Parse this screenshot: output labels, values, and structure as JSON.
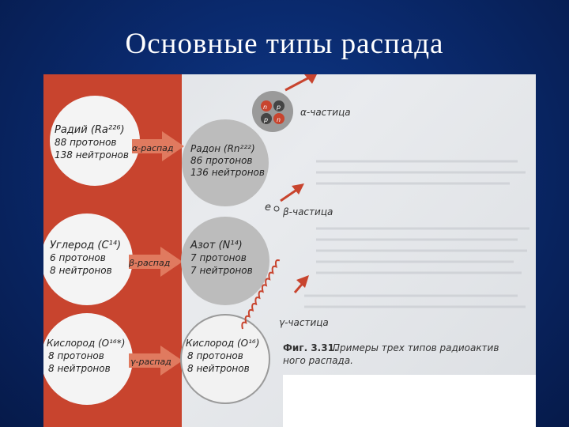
{
  "slide": {
    "title": "Основные типы распада"
  },
  "figure": {
    "rows": [
      {
        "parent": {
          "name": "Радий (Ra²²⁶)",
          "protons": "88 протонов",
          "neutrons": "138 нейтронов"
        },
        "decay_label": "α-распад",
        "daughter": {
          "name": "Радон (Rn²²²)",
          "protons": "86 протонов",
          "neutrons": "136 нейтронов"
        },
        "particle_label": "α-частица",
        "particle_symbols": [
          "n",
          "p",
          "p",
          "n"
        ]
      },
      {
        "parent": {
          "name": "Углерод (C¹⁴)",
          "protons": "6 протонов",
          "neutrons": "8 нейтронов"
        },
        "decay_label": "β-распад",
        "daughter": {
          "name": "Азот (N¹⁴)",
          "protons": "7 протонов",
          "neutrons": "7 нейтронов"
        },
        "particle_label": "β-частица",
        "particle_symbols": [
          "e"
        ]
      },
      {
        "parent": {
          "name": "Кислород (O¹⁶*)",
          "protons": "8 протонов",
          "neutrons": "8 нейтронов"
        },
        "decay_label": "γ-распад",
        "daughter": {
          "name": "Кислород (O¹⁶)",
          "protons": "8 протонов",
          "neutrons": "8 нейтронов"
        },
        "particle_label": "γ-частица",
        "particle_symbols": []
      }
    ],
    "caption_bold": "Фиг. 3.31.",
    "caption_text": "Примеры трех типов радиоактив",
    "caption_text2": "ного распада.",
    "colors": {
      "red": "#c8442e",
      "grey": "#bcbcbc",
      "white": "#f4f4f4"
    }
  }
}
